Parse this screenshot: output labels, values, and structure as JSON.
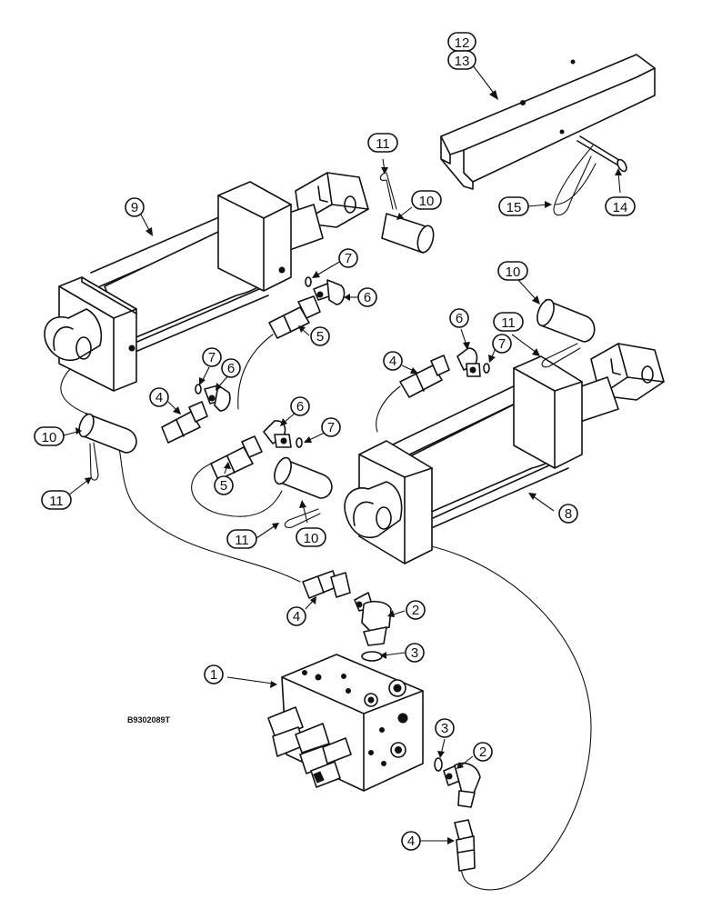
{
  "figure": {
    "reference_code": "B9302089T"
  },
  "callouts": {
    "n1": "1",
    "n2a": "2",
    "n2b": "2",
    "n3a": "3",
    "n3b": "3",
    "n4a": "4",
    "n4b": "4",
    "n4c": "4",
    "n4d": "4",
    "n5a": "5",
    "n5b": "5",
    "n6a": "6",
    "n6b": "6",
    "n6c": "6",
    "n6d": "6",
    "n7a": "7",
    "n7b": "7",
    "n7c": "7",
    "n7d": "7",
    "n8": "8",
    "n9": "9",
    "n10a": "10",
    "n10b": "10",
    "n10c": "10",
    "n10d": "10",
    "n11a": "11",
    "n11b": "11",
    "n11c": "11",
    "n11d": "11",
    "n12": "12",
    "n13": "13",
    "n14": "14",
    "n15": "15"
  }
}
